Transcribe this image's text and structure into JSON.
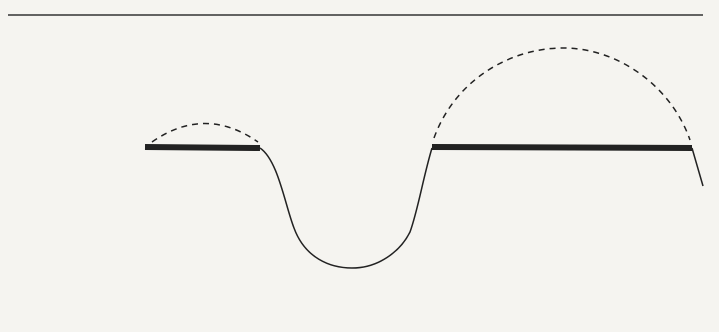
{
  "colors": {
    "background": "#f5f4f0",
    "stroke": "#222222"
  },
  "diagram": {
    "elements": [
      "top-divider-line",
      "left-flat-segment",
      "left-dashed-arc",
      "valley-curve",
      "right-flat-segment",
      "right-dashed-arc",
      "end-tail-line"
    ]
  }
}
